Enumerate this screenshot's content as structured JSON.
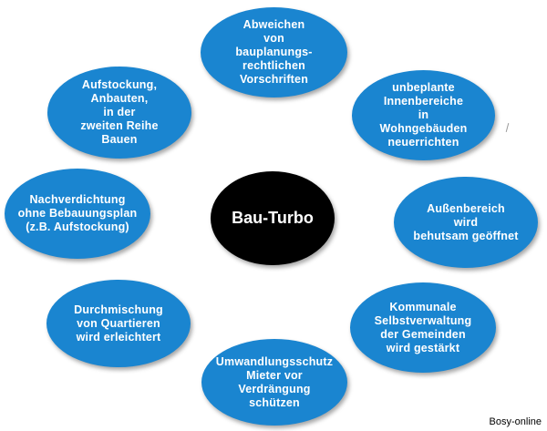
{
  "center": {
    "label": "Bau-Turbo",
    "color": "#000000"
  },
  "accent_color": "#1a85d0",
  "nodes": [
    {
      "label": "Abweichen\nvon\nbauplanungs-\nrechtlichen\nVorschriften"
    },
    {
      "label": "unbeplante\nInnenbereiche\nin\nWohngebäuden\nneuerrichten"
    },
    {
      "label": "Außenbereich\nwird\nbehutsam geöffnet"
    },
    {
      "label": "Kommunale\nSelbstverwaltung\nder Gemeinden\nwird gestärkt"
    },
    {
      "label": "Umwandlungsschutz\nMieter vor\nVerdrängung\nschützen"
    },
    {
      "label": "Durchmischung\nvon Quartieren\nwird erleichtert"
    },
    {
      "label": "Nachverdichtung\nohne Bebauungsplan\n(z.B. Aufstockung)"
    },
    {
      "label": "Aufstockung,\nAnbauten,\nin der\nzweiten Reihe\nBauen"
    }
  ],
  "credit": "Bosy-online"
}
